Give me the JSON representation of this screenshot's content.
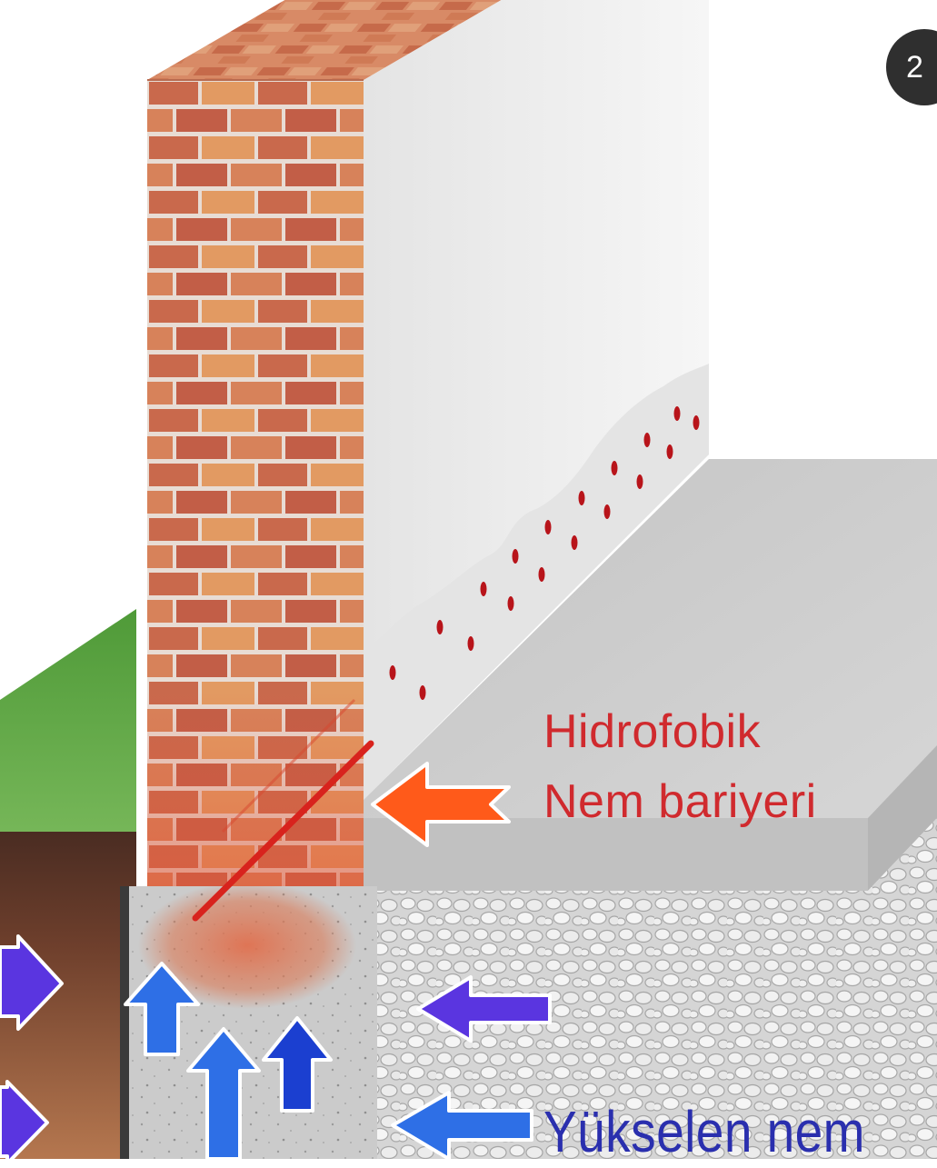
{
  "labels": {
    "barrier_line1": "Hidrofobik",
    "barrier_line2": "Nem bariyeri",
    "rising_damp": "Yükselen nem"
  },
  "page_badge": "2",
  "colors": {
    "barrier_text": "#d02a2e",
    "rising_text": "#2a2fae",
    "barrier_arrow": "#ff5a1a",
    "moisture_arrow_blue": "#2e6fe6",
    "moisture_arrow_violet": "#5a35e0",
    "brick": "#cf6a48",
    "plaster": "#f1f1f1",
    "concrete_slab": "#c9c9c9",
    "gravel": "#e2e2e2",
    "grass": "#55a03a",
    "soil": "#7a4a32"
  },
  "icons": {
    "barrier_arrow": "arrow-left-icon",
    "moisture_arrows": "arrow-up-icon",
    "side_arrows": "arrow-left-icon"
  }
}
